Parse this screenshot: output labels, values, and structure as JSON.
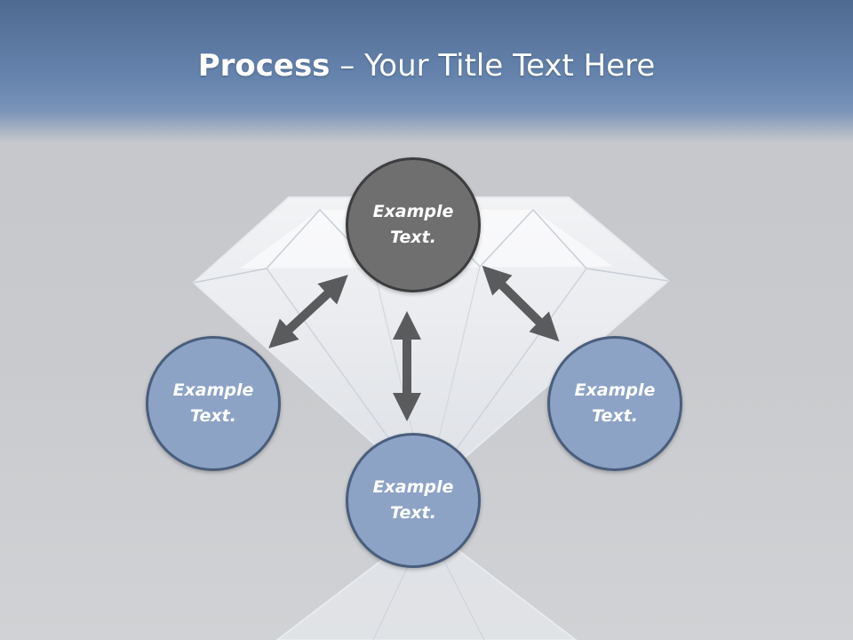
{
  "slide": {
    "title_strong": "Process",
    "title_rest": " – Your Title Text Here"
  },
  "diagram": {
    "nodes": [
      {
        "id": "top",
        "label": "Example\nText."
      },
      {
        "id": "left",
        "label": "Example\nText."
      },
      {
        "id": "right",
        "label": "Example\nText."
      },
      {
        "id": "bottom",
        "label": "Example\nText."
      }
    ]
  },
  "colors": {
    "header": "#6584ae",
    "top_node": "#6f6f70",
    "blue_node": "#8ca3c6",
    "node_border": "#4a5e7c",
    "arrow": "#5a5b5d"
  }
}
